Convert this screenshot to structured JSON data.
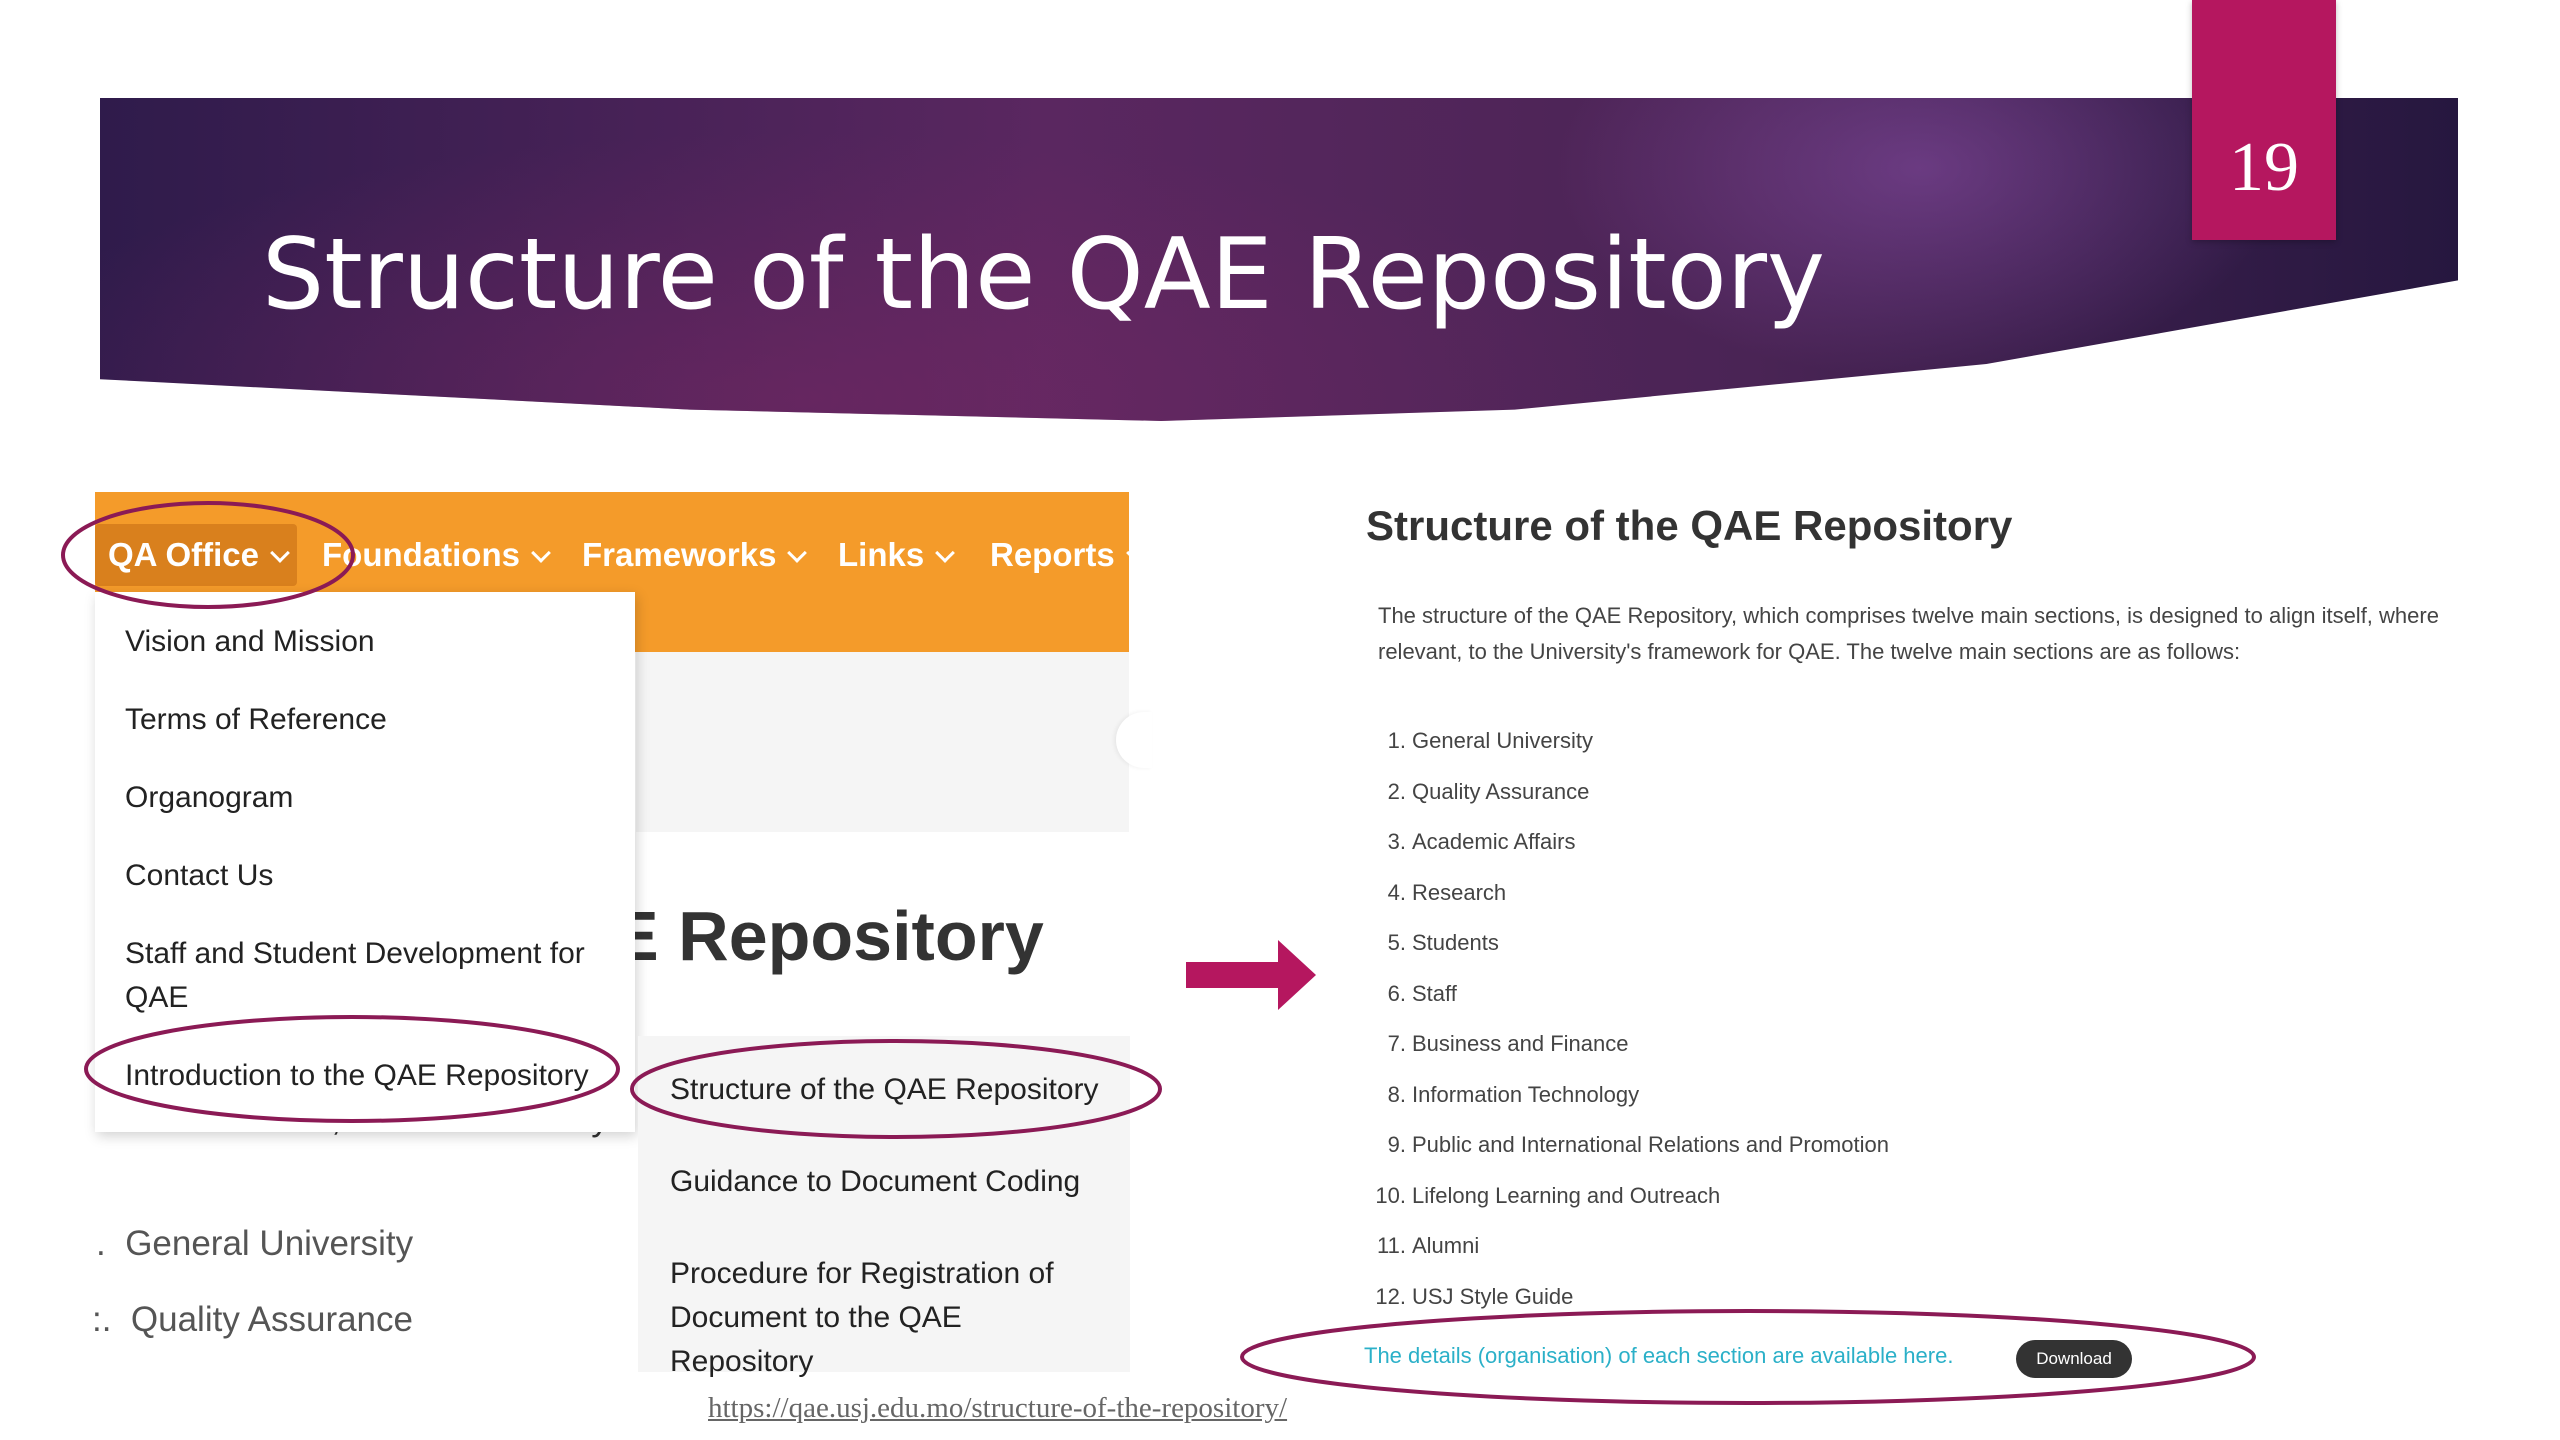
{
  "slide": {
    "title": "Structure of the QAE Repository",
    "page_number": "19",
    "accent_color": "#b5175f"
  },
  "site": {
    "nav": [
      {
        "label": "QA Office",
        "icon": "chevron-down-icon"
      },
      {
        "label": "Foundations",
        "icon": "chevron-down-icon"
      },
      {
        "label": "Frameworks",
        "icon": "chevron-down-icon"
      },
      {
        "label": "Links",
        "icon": "chevron-down-icon"
      },
      {
        "label": "Reports",
        "icon": "chevron-down-icon"
      }
    ],
    "nav_color": "#f49b2a",
    "dropdown": [
      "Vision and Mission",
      "Terms of Reference",
      "Organogram",
      "Contact Us",
      "Staff and Student Development for QAE",
      "Introduction to the QAE Repository"
    ],
    "submenu": [
      "Structure of the QAE Repository",
      "Guidance to Document Coding",
      "Procedure for Registration of Document to the QAE Repository"
    ],
    "page_heading_fragment": "E Repository",
    "background_list": [
      "General University",
      "Quality Assurance"
    ]
  },
  "panel": {
    "title": "Structure of the QAE Repository",
    "intro": "The structure of the QAE Repository, which comprises twelve main sections, is designed to align itself, where relevant, to the University's framework for QAE. The twelve main sections are as follows:",
    "sections": [
      "General University",
      "Quality Assurance",
      "Academic Affairs",
      "Research",
      "Students",
      "Staff",
      "Business and Finance",
      "Information Technology",
      "Public and International Relations and Promotion",
      "Lifelong Learning and Outreach",
      "Alumni",
      "USJ Style Guide"
    ],
    "details_text": "The details (organisation) of each section are available here.",
    "download_label": "Download"
  },
  "caption": {
    "url": "https://qae.usj.edu.mo/structure-of-the-repository/"
  }
}
